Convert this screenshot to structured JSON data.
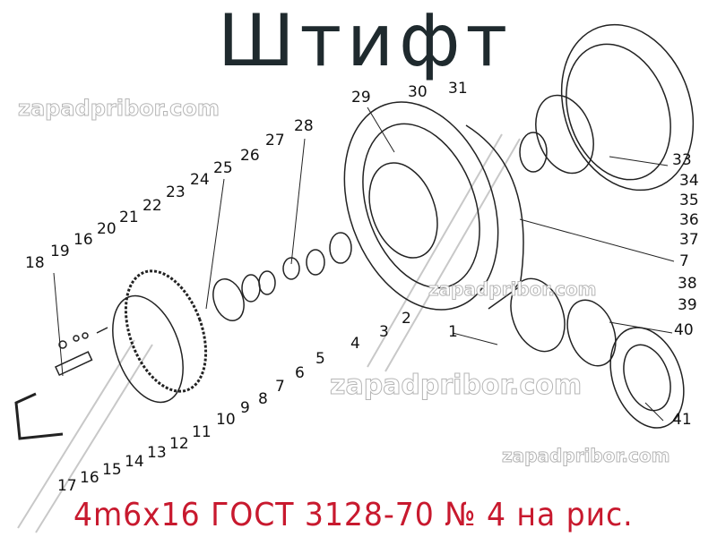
{
  "title": "Штифт",
  "caption": "4m6x16 ГОСТ 3128-70 № 4 на рис.",
  "watermark": "zapadpribor.com",
  "colors": {
    "title": "#1f2a2e",
    "caption": "#c8192e",
    "lines": "#222222",
    "watermark": "#b5b5b5"
  },
  "part_labels": [
    "31",
    "30",
    "29",
    "28",
    "27",
    "26",
    "25",
    "24",
    "23",
    "22",
    "21",
    "20",
    "16",
    "19",
    "18",
    "33",
    "34",
    "35",
    "36",
    "37",
    "7",
    "38",
    "39",
    "40",
    "41",
    "1",
    "2",
    "3",
    "4",
    "5",
    "6",
    "7",
    "8",
    "9",
    "10",
    "11",
    "12",
    "13",
    "14",
    "15",
    "16",
    "17"
  ]
}
